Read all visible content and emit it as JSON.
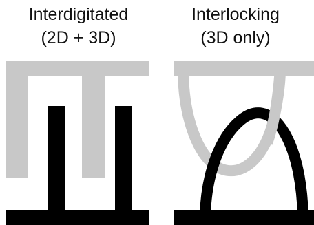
{
  "panels": [
    {
      "title_line1": "Interdigitated",
      "title_line2": "(2D + 3D)"
    },
    {
      "title_line1": "Interlocking",
      "title_line2": "(3D only)"
    }
  ],
  "colors": {
    "top_structure": "#c8c8c8",
    "bottom_structure": "#000000",
    "background": "#ffffff"
  }
}
